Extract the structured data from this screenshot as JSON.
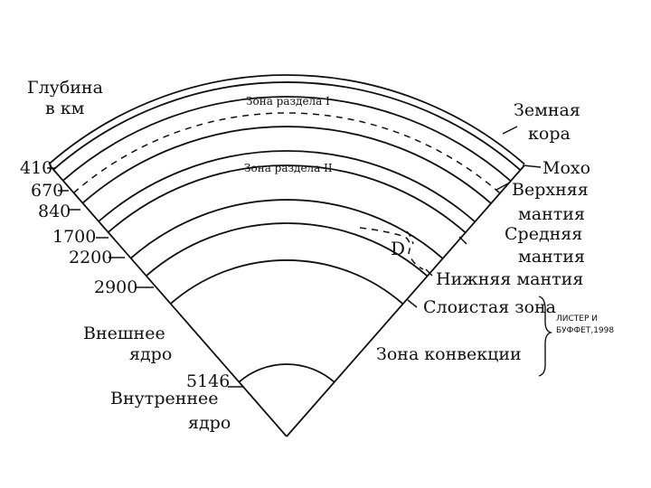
{
  "depth_header": {
    "line1": "Глубина",
    "line2": "в км"
  },
  "depths": [
    {
      "label": "410"
    },
    {
      "label": "670"
    },
    {
      "label": "840"
    },
    {
      "label": "1700"
    },
    {
      "label": "2200"
    },
    {
      "label": "2900"
    },
    {
      "label": "5146"
    }
  ],
  "zones": {
    "boundary_1": "Зона раздела I",
    "boundary_2": "Зона раздела II",
    "convection": "Зона конвекции",
    "layered": "Слоистая зона",
    "d_marker": "D"
  },
  "layers": {
    "crust": {
      "line1": "Земная",
      "line2": "кора"
    },
    "moho": "Мохо",
    "upper_mantle": {
      "line1": "Верхняя",
      "line2": "мантия"
    },
    "middle_mantle": {
      "line1": "Средняя",
      "line2": "мантия"
    },
    "lower_mantle": "Нижняя мантия",
    "outer_core": {
      "line1": "Внешнее",
      "line2": "ядро"
    },
    "inner_core": {
      "line1": "Внутреннее",
      "line2": "ядро"
    }
  },
  "credit": {
    "line1": "ЛИСТЕР И",
    "line2": "БУФФЕТ,1998"
  }
}
